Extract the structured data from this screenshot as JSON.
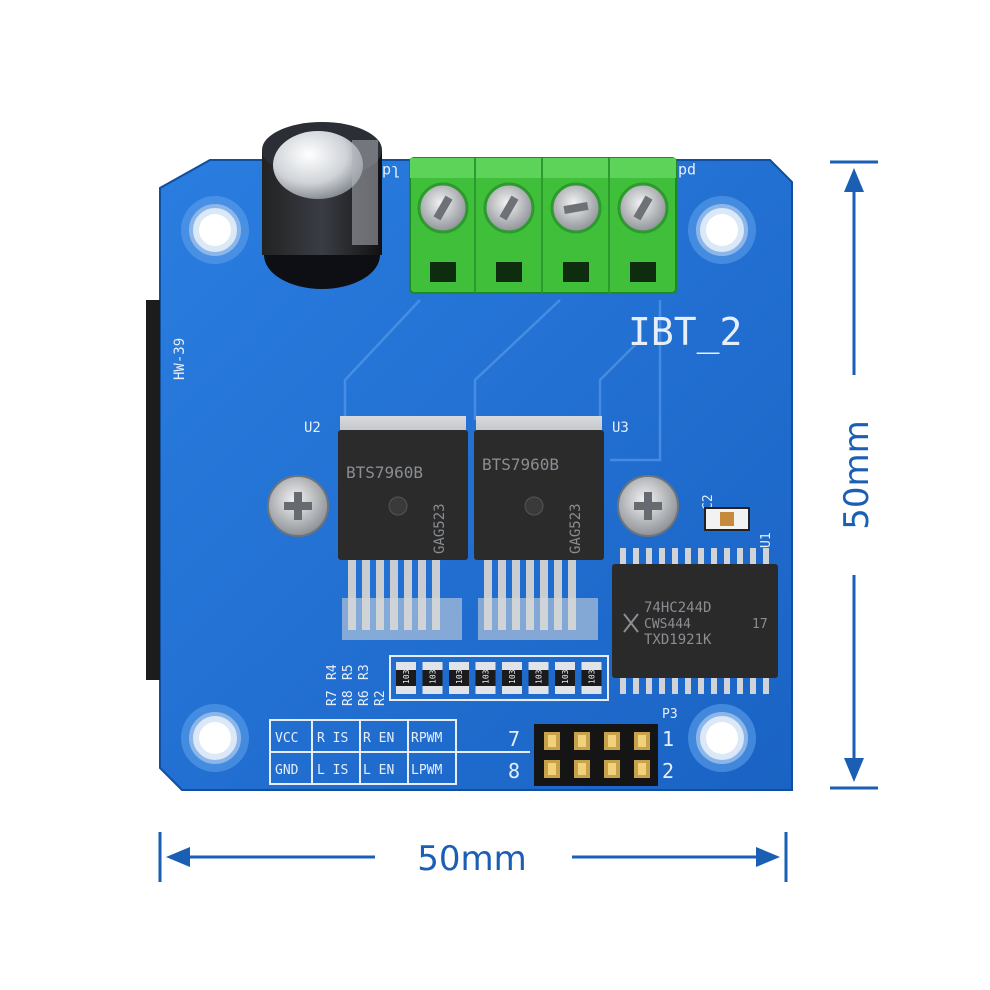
{
  "board": {
    "title": "IBT_2",
    "model": "HW-39",
    "label_u2": "U2",
    "label_u3": "U3",
    "label_u1": "U1",
    "label_c2": "C2",
    "label_p3": "P3",
    "label_pd_left": "ld",
    "label_pd_right": "pd"
  },
  "chips": {
    "driver_left": {
      "line1": "BTS7960B",
      "line2": "GAG523"
    },
    "driver_right": {
      "line1": "BTS7960B",
      "line2": "GAG523"
    },
    "logic": {
      "line1": "74HC244D",
      "line2": "CWS444",
      "line3": "TXD1921K",
      "line4": "17"
    }
  },
  "resistors": {
    "labels_col1": [
      "R4",
      "R5",
      "R3"
    ],
    "labels_col2": [
      "R7",
      "R8",
      "R6",
      "R2"
    ],
    "codes": [
      "103",
      "103",
      "103",
      "103",
      "103",
      "103",
      "103",
      "103"
    ]
  },
  "pin_table": {
    "row1": [
      "VCC",
      "R IS",
      "R EN",
      "RPWM"
    ],
    "row2": [
      "GND",
      "L IS",
      "L EN",
      "LPWM"
    ],
    "pin_left": [
      "7",
      "8"
    ],
    "pin_right": [
      "1",
      "2"
    ]
  },
  "dimensions": {
    "horizontal": "50mm",
    "vertical": "50mm",
    "color": "#1a5fb4"
  },
  "colors": {
    "pcb": "#1f6fd1",
    "pcb_dark": "#1258b0",
    "terminal": "#3fbf3a",
    "chip": "#2b2b2b"
  }
}
